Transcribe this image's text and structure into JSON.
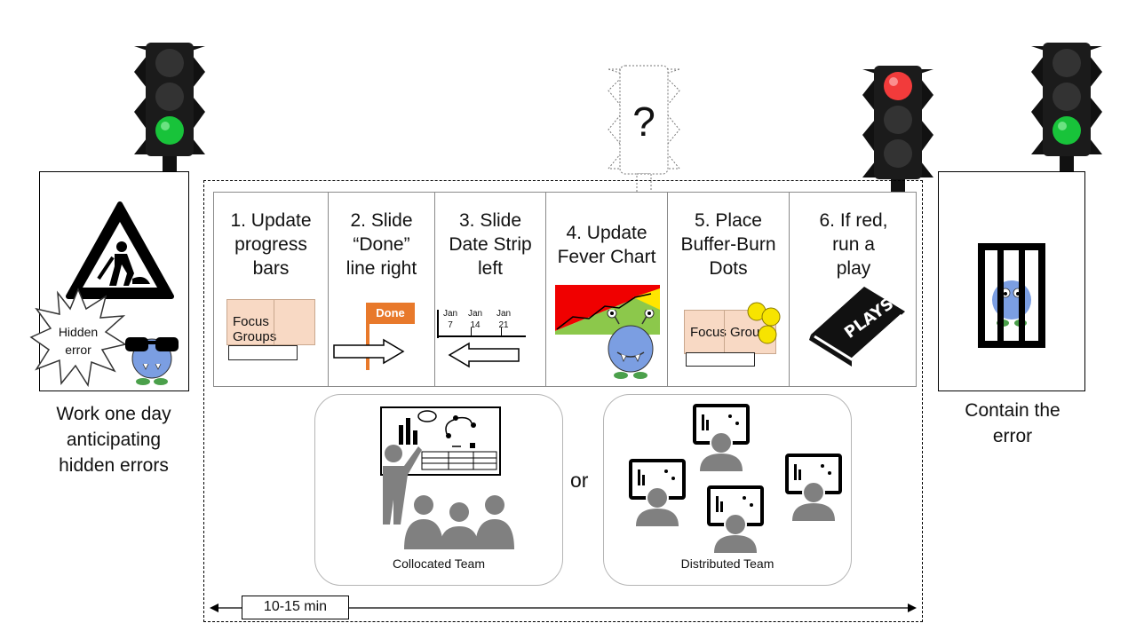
{
  "left_panel": {
    "burst_text": "Hidden\nerror",
    "caption": "Work one day\nanticipating\nhidden errors"
  },
  "right_panel": {
    "caption": "Contain the\nerror"
  },
  "unknown_light": {
    "symbol": "?"
  },
  "steps": [
    {
      "title": "1.  Update\nprogress\nbars",
      "note_text": "Focus Groups"
    },
    {
      "title": "2.  Slide\n“Done”\nline right",
      "flag_text": "Done"
    },
    {
      "title": "3. Slide\nDate Strip\nleft",
      "dates": [
        {
          "month": "Jan",
          "day": "7"
        },
        {
          "month": "Jan",
          "day": "14"
        },
        {
          "month": "Jan",
          "day": "21"
        }
      ]
    },
    {
      "title": "4.  Update\nFever Chart"
    },
    {
      "title": "5.  Place\nBuffer-Burn\nDots",
      "note_text": "Focus Grou"
    },
    {
      "title": "6.   If red,\nrun a\nplay",
      "book_text": "PLAYS"
    }
  ],
  "teams": {
    "collocated_label": "Collocated Team",
    "or_text": "or",
    "distributed_label": "Distributed Team"
  },
  "timebox": {
    "label": "10-15 min"
  },
  "colors": {
    "green_light": "#18c33a",
    "red_light": "#f23b3b",
    "orange_flag": "#e8792b",
    "note": "#f8d9c4",
    "monster": "#7b9ee2",
    "fever_red": "#f00000",
    "fever_green": "#8cc84b",
    "fever_yellow": "#ffe600",
    "coin": "#f7e400"
  }
}
